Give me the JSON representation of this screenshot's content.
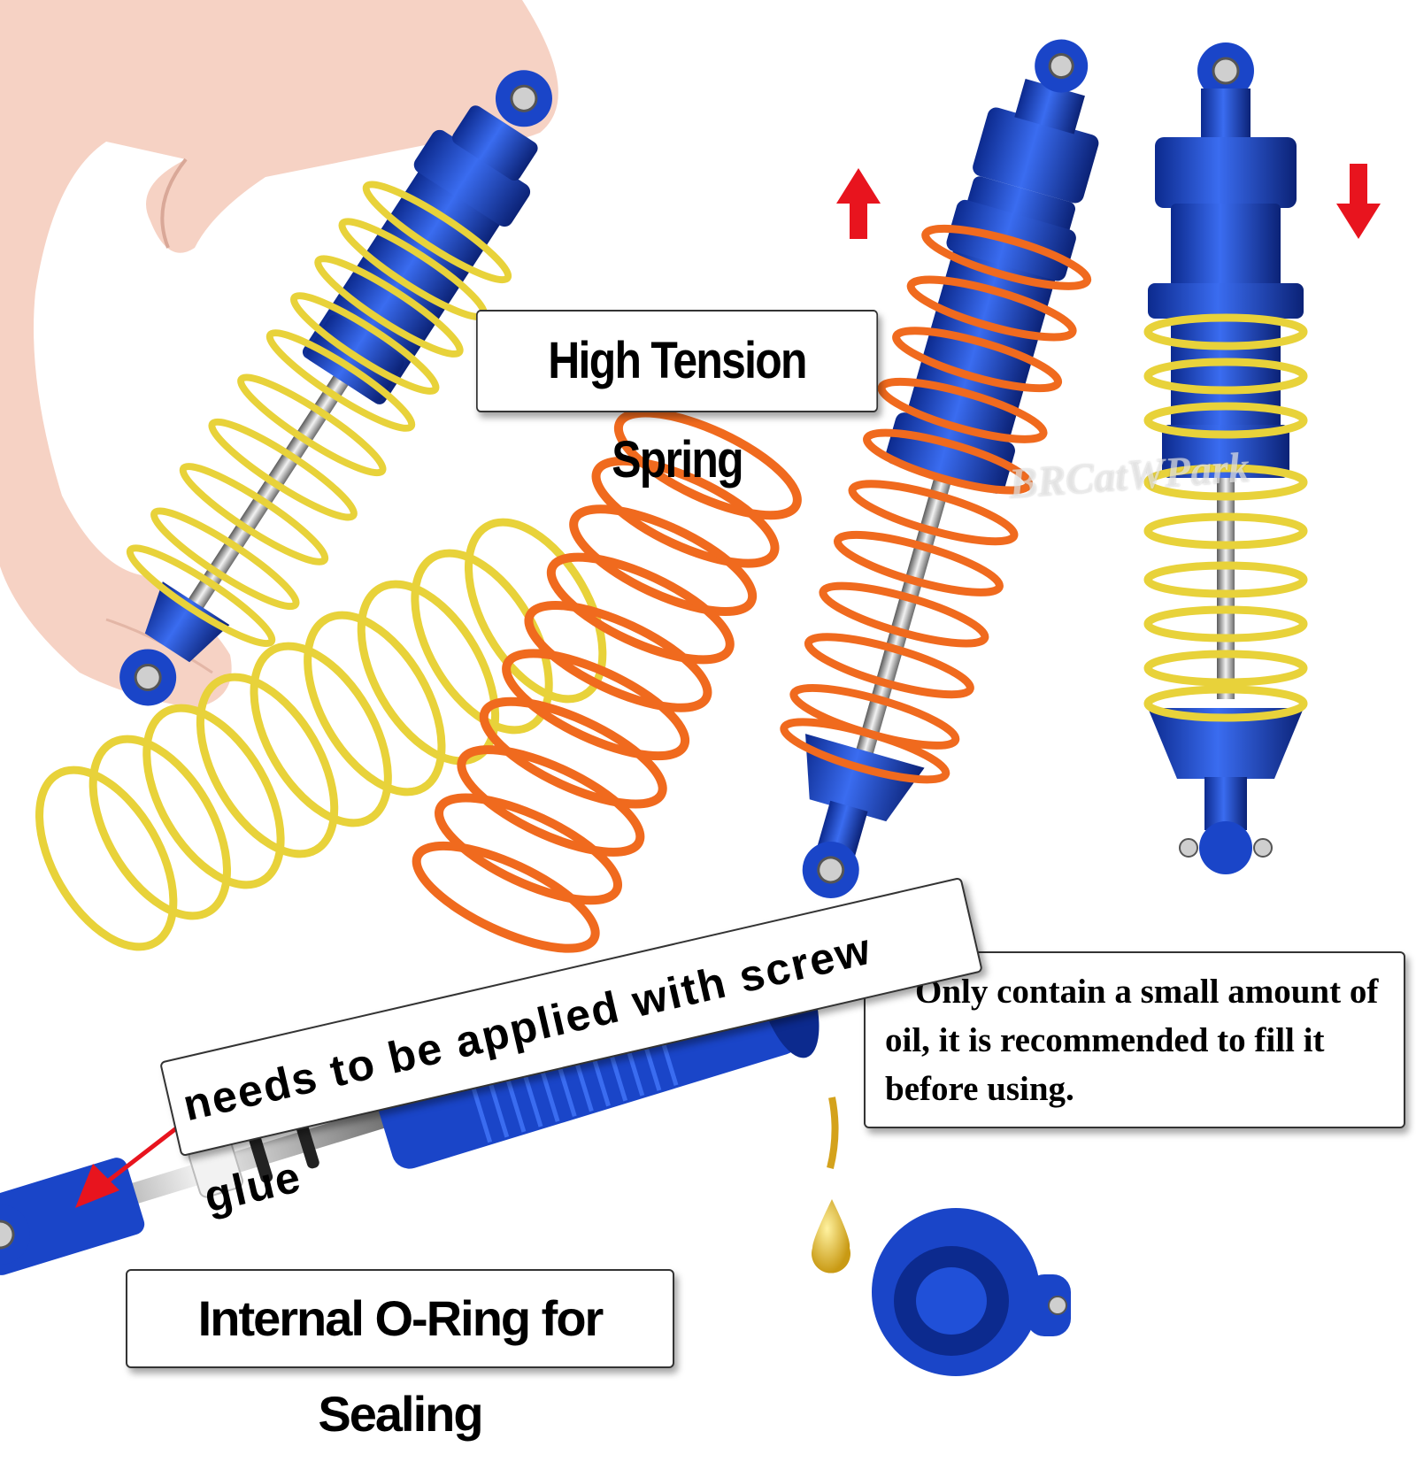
{
  "labels": {
    "high_tension_spring": "High Tension Spring",
    "oil_note": "Only contain a small amount of oil, it is recommended to fill it before using.",
    "screw_glue": "needs to be applied with screw glue",
    "internal_oring": "Internal O-Ring for Sealing"
  },
  "watermark": "BRCatWPark",
  "colors": {
    "shock_body": "#1a45c8",
    "spring_gold": "#e8d23a",
    "spring_orange": "#f06a1e",
    "arrow_red": "#e8141e"
  },
  "icons": [
    "arrow-up-icon",
    "arrow-down-icon",
    "pointer-arrow-icon"
  ]
}
